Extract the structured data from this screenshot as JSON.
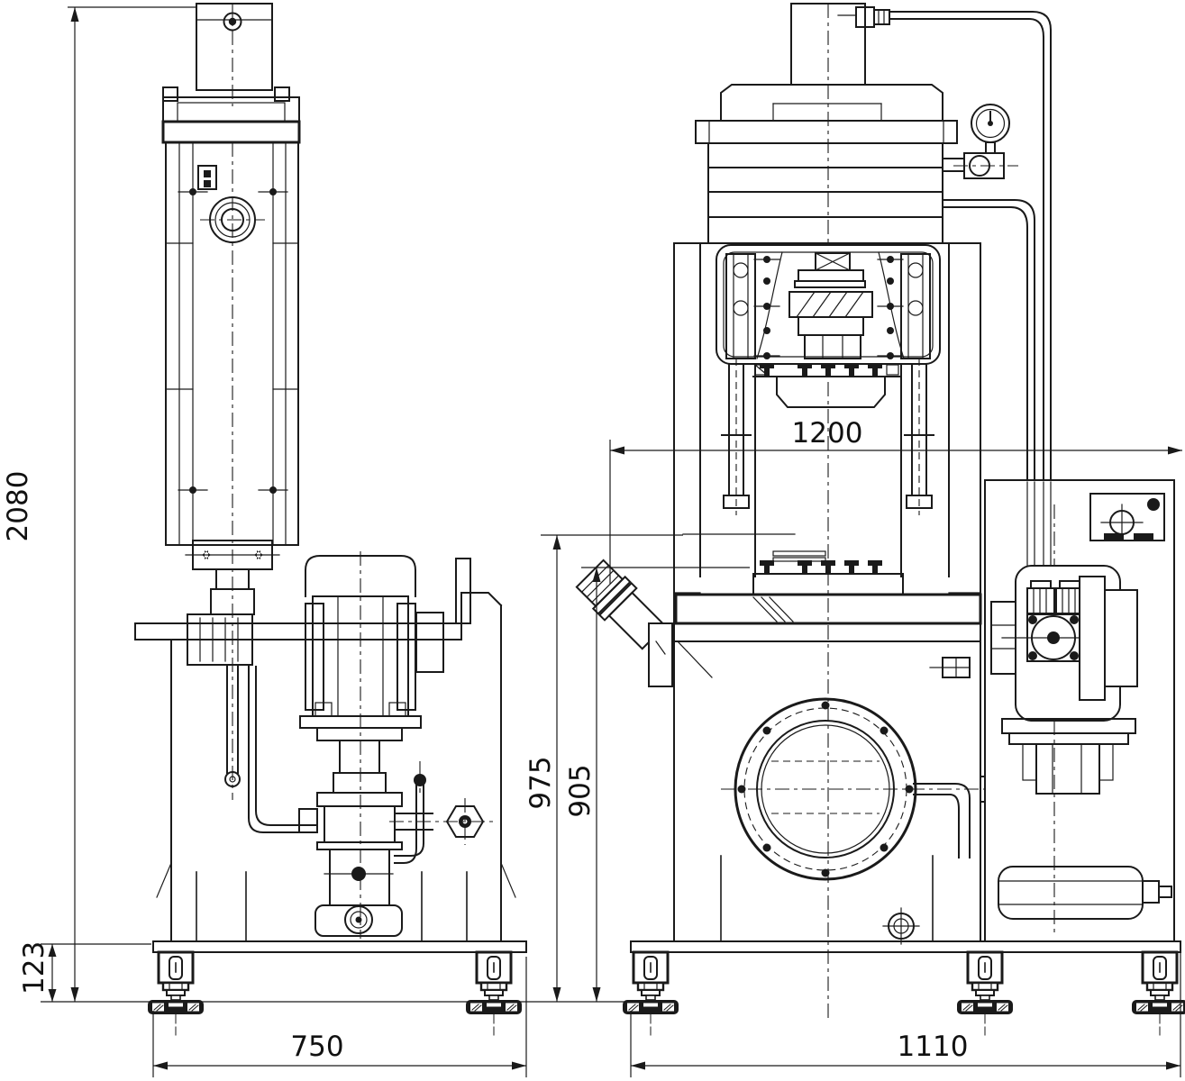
{
  "drawing": {
    "background": "#ffffff",
    "line_color": "#1a1a1a",
    "dimensions": {
      "overall_height": "2080",
      "foot_height": "123",
      "side_base_width": "750",
      "bed_width": "1200",
      "table_height": "975",
      "bolster_height": "905",
      "front_base_width": "1110"
    }
  }
}
